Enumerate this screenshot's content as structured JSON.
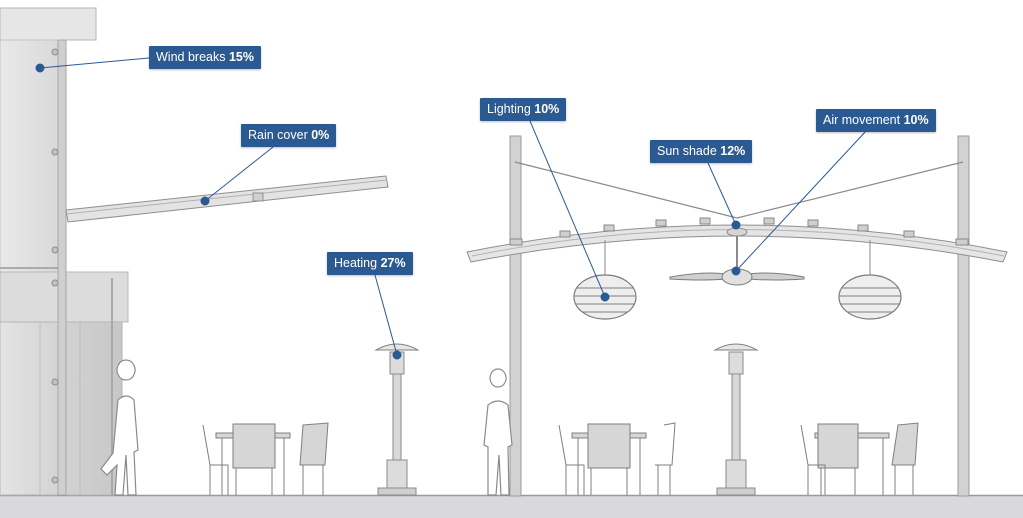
{
  "accent_color": "#2b5a93",
  "callouts": {
    "wind_breaks": {
      "label": "Wind breaks",
      "value": "15%"
    },
    "rain_cover": {
      "label": "Rain cover",
      "value": "0%"
    },
    "heating": {
      "label": "Heating",
      "value": "27%"
    },
    "lighting": {
      "label": "Lighting",
      "value": "10%"
    },
    "sun_shade": {
      "label": "Sun shade",
      "value": "12%"
    },
    "air_movement": {
      "label": "Air movement",
      "value": "10%"
    }
  }
}
